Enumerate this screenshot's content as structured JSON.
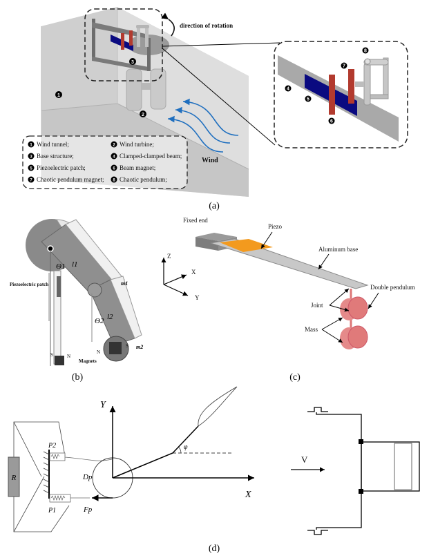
{
  "panel_a": {
    "caption": "(a)",
    "rotation_label": "direction of rotation",
    "wind_label": "Wind",
    "callouts": [
      "1",
      "2",
      "3",
      "4",
      "5",
      "6",
      "7",
      "8"
    ],
    "legend": [
      {
        "num": "1",
        "text": "Wind tunnel;"
      },
      {
        "num": "2",
        "text": "Wind turbine;"
      },
      {
        "num": "3",
        "text": "Base structure;"
      },
      {
        "num": "4",
        "text": "Clamped-clamped beam;"
      },
      {
        "num": "5",
        "text": "Piezoelectric patch;"
      },
      {
        "num": "6",
        "text": "Beam magnet;"
      },
      {
        "num": "7",
        "text": "Chaotic pendulum magnet;"
      },
      {
        "num": "8",
        "text": "Chaotic pendulum;"
      }
    ],
    "colors": {
      "piezo": "#0a0a80",
      "magnet": "#b23a2e",
      "wind_arrow": "#1f6fbf",
      "tunnel": "#d4d4d4"
    }
  },
  "panel_b": {
    "caption": "(b)",
    "piezo_label": "Piezoelectric patch",
    "theta1": "Θ1",
    "theta2": "Θ2",
    "l1": "l1",
    "l2": "l2",
    "m1": "m1",
    "m2": "m2",
    "magnets_label": "Magnets",
    "pole_s": "S",
    "pole_n": "N"
  },
  "panel_c": {
    "caption": "(c)",
    "fixed_end": "Fixed end",
    "piezo": "Piezo",
    "aluminum_base": "Aluminum base",
    "double_pendulum": "Double pendulum",
    "joint": "Joint",
    "mass": "Mass",
    "axis_z": "Z",
    "axis_x": "X",
    "axis_y": "Y",
    "colors": {
      "piezo": "#f39a1e",
      "mass": "#e07a7a",
      "base": "#c8c8c8"
    }
  },
  "panel_d": {
    "caption": "(d)",
    "axis_y": "Y",
    "axis_x": "X",
    "phi": "φ",
    "resistor": "R",
    "p1": "P1",
    "p2": "P2",
    "dp": "Dp",
    "fp": "Fp",
    "velocity": "V"
  }
}
